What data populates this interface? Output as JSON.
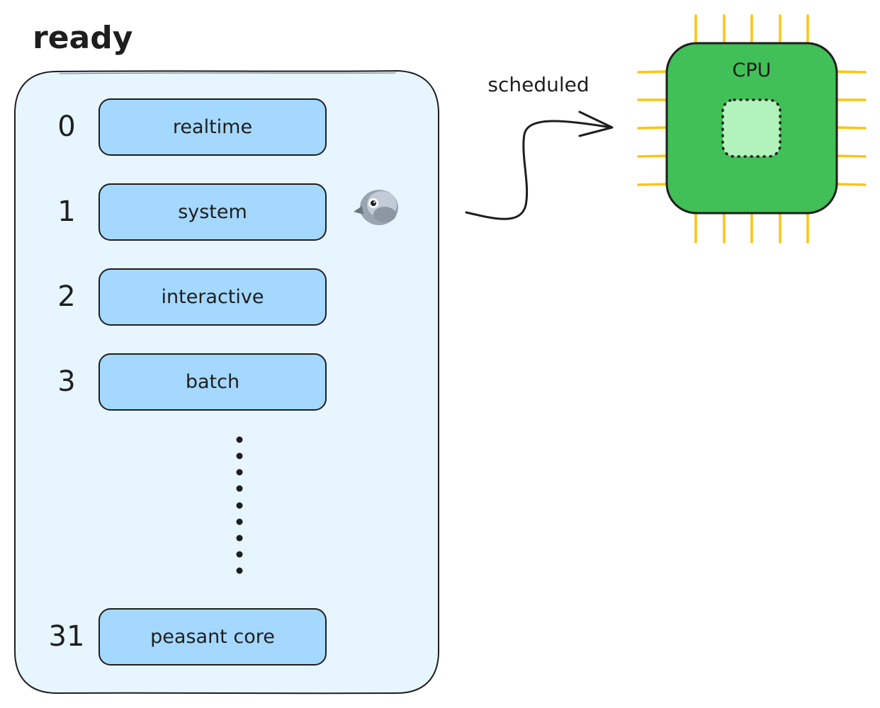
{
  "title": "ready",
  "queues": [
    {
      "priority": "0",
      "label": "realtime"
    },
    {
      "priority": "1",
      "label": "system"
    },
    {
      "priority": "2",
      "label": "interactive"
    },
    {
      "priority": "3",
      "label": "batch"
    },
    {
      "priority": "31",
      "label": "peasant core"
    }
  ],
  "arrow_label": "scheduled",
  "cpu_label": "CPU",
  "icons": {
    "thread": "bird-icon",
    "ellipsis": "vertical-dots"
  },
  "colors": {
    "panel_fill": "#e7f5ff",
    "queue_fill": "#a5d8ff",
    "cpu_fill": "#40c057",
    "cpu_core_fill": "#b2f2bb",
    "cpu_pins": "#fcc419",
    "stroke": "#1e1e1e"
  }
}
